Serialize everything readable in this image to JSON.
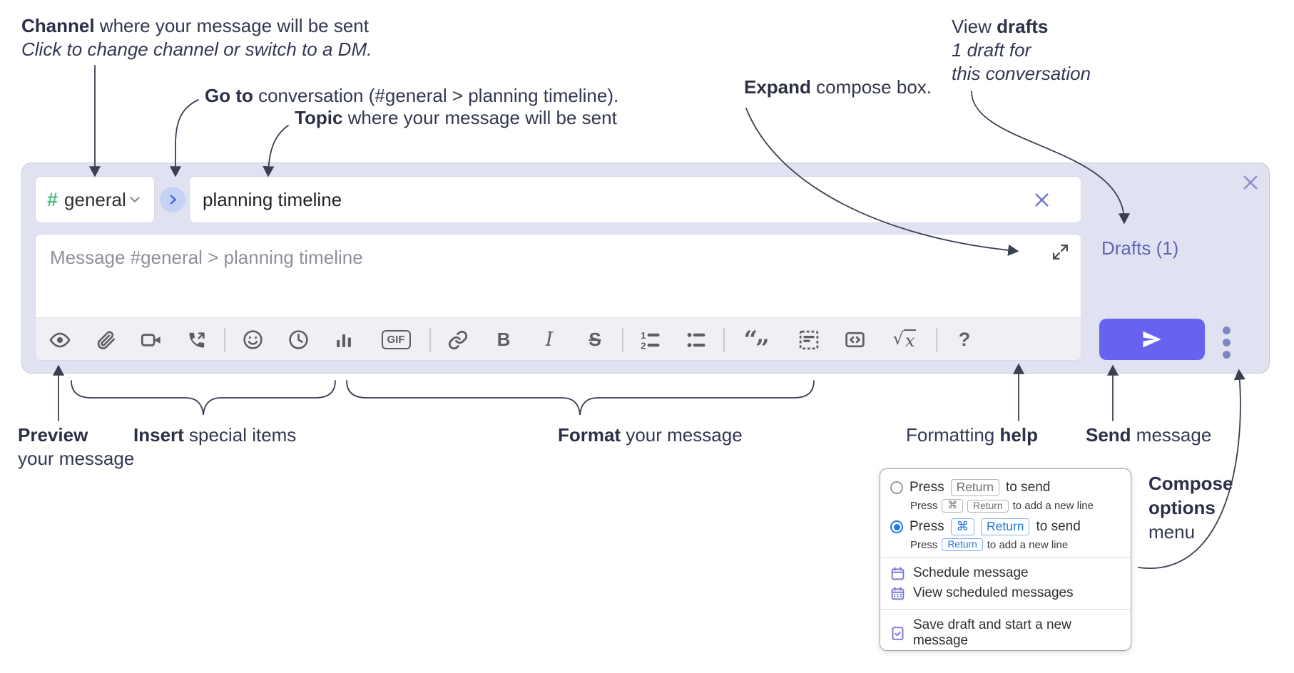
{
  "annotations": {
    "channel": {
      "bold": "Channel",
      "rest": " where your message will be sent",
      "line2": "Click to change channel or switch to a DM."
    },
    "goto": {
      "bold": "Go to",
      "rest": " conversation (#general > planning timeline)."
    },
    "topic": {
      "bold": "Topic",
      "rest": " where your message will be sent"
    },
    "expand": {
      "bold": "Expand",
      "rest": " compose box."
    },
    "drafts": {
      "pre": "View ",
      "bold": "drafts",
      "line2": "1 draft for",
      "line3": "this conversation"
    },
    "preview": {
      "bold": "Preview",
      "line2": "your message"
    },
    "insert": {
      "bold": "Insert",
      "rest": " special items"
    },
    "format": {
      "bold": "Format",
      "rest": " your message"
    },
    "help": {
      "pre": "Formatting ",
      "bold": "help"
    },
    "send": {
      "bold": "Send",
      "rest": " message"
    },
    "compose_options": {
      "line1": "Compose",
      "line2": "options",
      "line3": "menu"
    }
  },
  "compose": {
    "channel_hash": "#",
    "channel_name": "general",
    "topic_value": "planning timeline",
    "message_placeholder": "Message #general > planning timeline",
    "drafts_link": "Drafts (1)",
    "toolbar": {
      "gif": "GIF",
      "bold": "B",
      "italic": "I",
      "strike": "S",
      "help": "?",
      "math_sqrt": "√",
      "math_x": "x",
      "quote_open": "“",
      "quote_close": "”"
    },
    "toolbar_icons": [
      "preview-eye",
      "attach-paperclip",
      "video-call",
      "voice-call",
      "emoji-smiley",
      "time-clock",
      "poll-bar-chart",
      "gif",
      "link",
      "bold",
      "italic",
      "strikethrough",
      "numbered-list",
      "bulleted-list",
      "quote",
      "spoiler",
      "code",
      "math",
      "help"
    ]
  },
  "popup": {
    "option1": {
      "pre": "Press",
      "kbd": "Return",
      "post": "to send",
      "sub_pre": "Press",
      "sub_kbd1": "⌘",
      "sub_kbd2": "Return",
      "sub_post": "to add a new line"
    },
    "option2": {
      "pre": "Press",
      "kbd1": "⌘",
      "kbd2": "Return",
      "post": "to send",
      "sub_pre": "Press",
      "sub_kbd": "Return",
      "sub_post": "to add a new line"
    },
    "menu_items": [
      {
        "label": "Schedule message"
      },
      {
        "label": "View scheduled messages"
      },
      {
        "label": "Save draft and start a new message"
      }
    ]
  },
  "colors": {
    "accent": "#6862f0",
    "lavender": "#e0e2f2",
    "drafts_link": "#5d68b5",
    "kbd_blue": "#2176e0",
    "hash_green": "#4dbd7e",
    "menu_icon_purple": "#7b78d6",
    "radio_selected": "#1e7ce8",
    "annotation_ink": "#333850"
  }
}
